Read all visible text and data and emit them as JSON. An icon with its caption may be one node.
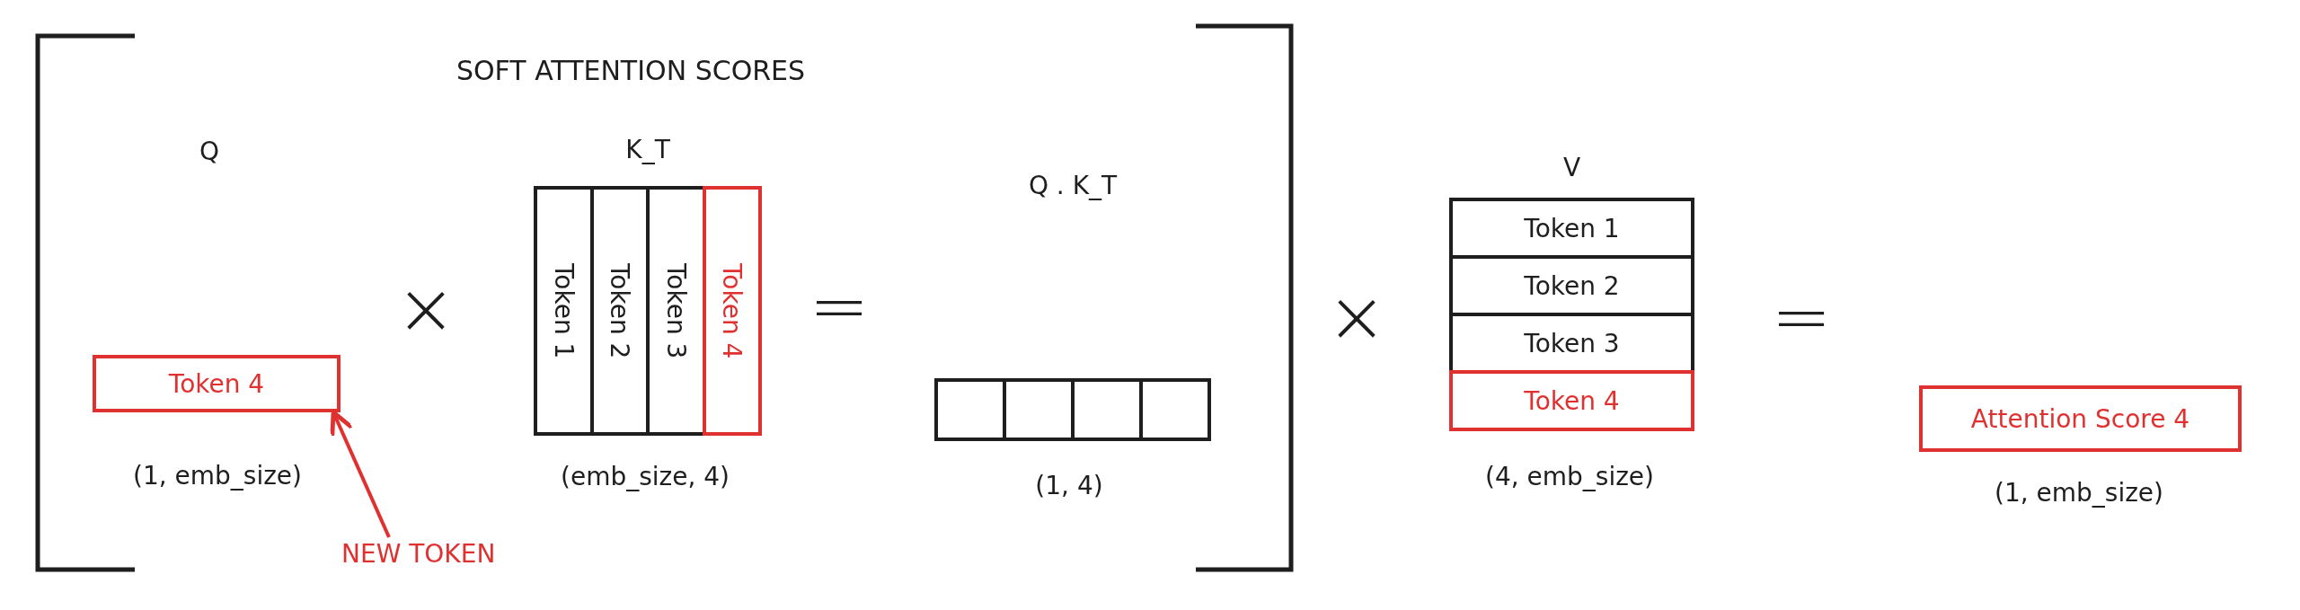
{
  "diagram": {
    "nodes": [
      {
        "text": [
          "Token 4"
        ],
        "beside": [
          "(1, emb_size)"
        ]
      },
      {
        "text": [
          "K_T"
        ],
        "beside": [
          "(emb_size, 4)"
        ]
      },
      {
        "text": [
          "Token 1"
        ],
        "in": 1
      },
      {
        "text": [
          "Token 2"
        ],
        "in": 1
      },
      {
        "text": [
          "Token 3"
        ],
        "in": 1
      },
      {
        "text": [
          "Token 4"
        ],
        "in": 1
      },
      {
        "text": [
          "Q . K_T"
        ],
        "beside": [
          "(1, 4)"
        ]
      },
      {
        "text": [],
        "shape": "box",
        "in": 6
      },
      {
        "text": [],
        "shape": "box",
        "in": 6
      },
      {
        "text": [],
        "shape": "box",
        "in": 6
      },
      {
        "text": [],
        "shape": "box",
        "in": 6
      },
      {
        "text": [
          "V"
        ],
        "beside": [
          "(4, emb_size)"
        ]
      },
      {
        "text": [
          "Token 1"
        ],
        "in": 11
      },
      {
        "text": [
          "Token 2"
        ],
        "in": 11
      },
      {
        "text": [
          "Token 3"
        ],
        "in": 11
      },
      {
        "text": [
          "Token 4"
        ],
        "in": 11
      },
      {
        "text": [
          "Attention Score 4"
        ],
        "beside": [
          "(1, emb_size)"
        ]
      },
      {
        "text": [
          "NEW TOKEN"
        ]
      }
    ],
    "edges": [
      {
        "from": 17,
        "to": 0,
        "arrow": "to"
      }
    ],
    "labels": [
      "SOFT ATTENTION SCORES",
      "Q",
      "×",
      "=",
      "×",
      "="
    ]
  }
}
